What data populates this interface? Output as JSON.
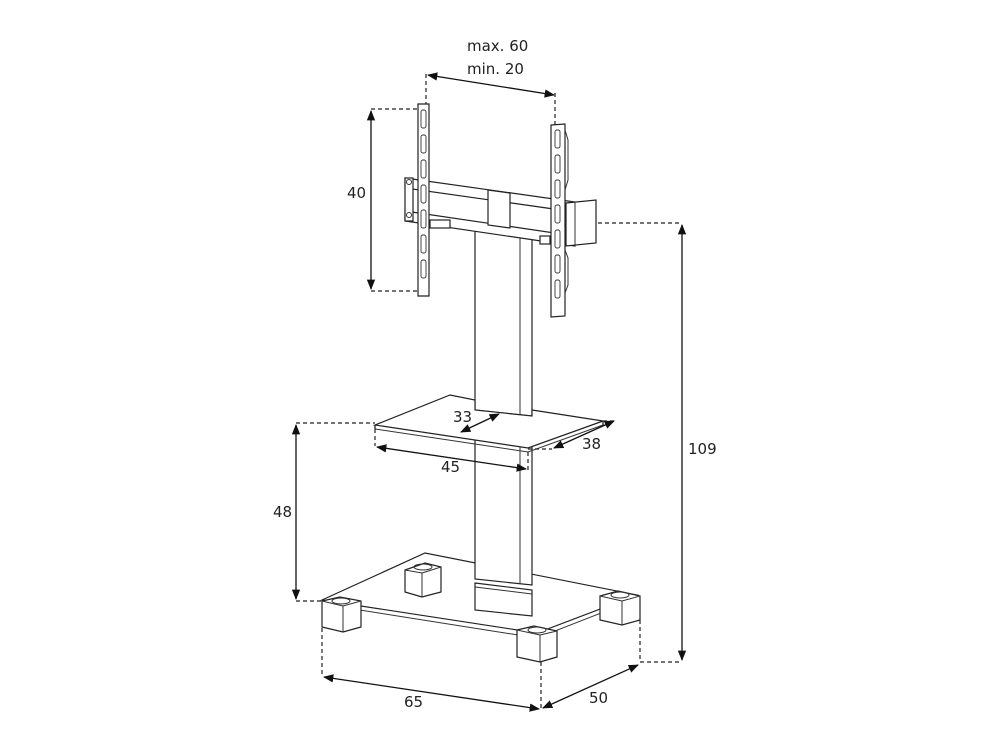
{
  "diagram": {
    "subject": "TV floor stand with shelf",
    "dimensions": {
      "vesa_width": {
        "max_label": "max. 60",
        "min_label": "min. 20"
      },
      "bracket_height": "40",
      "total_height": "109",
      "shelf_height": "48",
      "shelf_width": "45",
      "shelf_depth": "38",
      "shelf_inner_depth": "33",
      "base_width": "65",
      "base_depth": "50"
    },
    "colors": {
      "line": "#222222",
      "background": "#ffffff"
    }
  }
}
